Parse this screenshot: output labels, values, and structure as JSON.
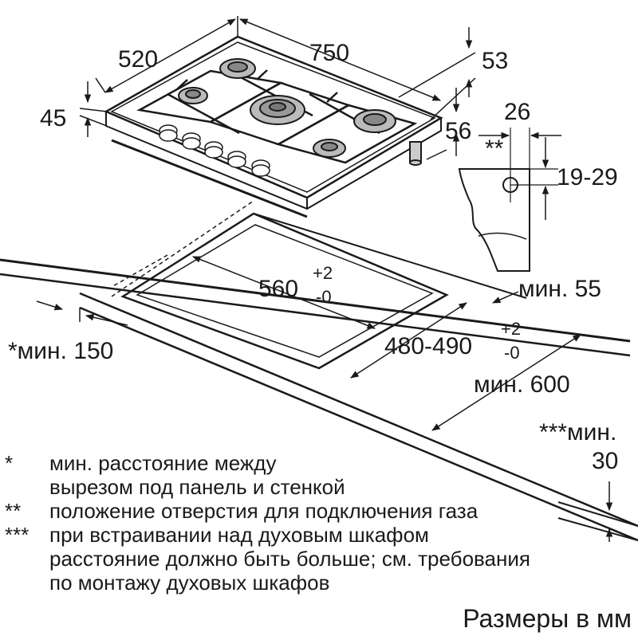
{
  "dimensions": {
    "hob_depth": "520",
    "hob_width": "750",
    "hob_height": "45",
    "back_offset": "53",
    "side_offset": "56",
    "connection_width": "26",
    "connection_range": "19-29",
    "connection_marker": "**",
    "cutout_width": "560",
    "cutout_width_tol_plus": "+2",
    "cutout_width_tol_minus": "-0",
    "cutout_depth": "480-490",
    "cutout_depth_tol_plus": "+2",
    "cutout_depth_tol_minus": "-0",
    "min_front": "мин. 55",
    "min_wall": "*мин. 150",
    "min_worktop": "мин. 600",
    "min_below_label": "***мин.",
    "min_below_value": "30"
  },
  "notes": [
    {
      "mark": "*",
      "lines": [
        "мин. расстояние между",
        "вырезом под панель и стенкой"
      ]
    },
    {
      "mark": "**",
      "lines": [
        "положение отверстия для подключения газа"
      ]
    },
    {
      "mark": "***",
      "lines": [
        "при встраивании над духовым шкафом",
        "расстояние должно быть больше; см. требования",
        "по монтажу духовых шкафов"
      ]
    }
  ],
  "caption": "Размеры в мм"
}
